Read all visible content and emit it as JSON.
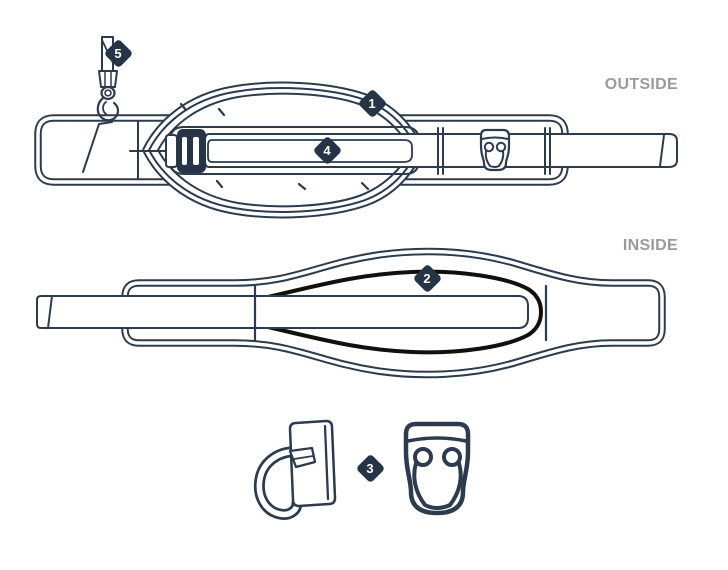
{
  "diagram": {
    "labels": {
      "outside": "OUTSIDE",
      "inside": "INSIDE"
    },
    "callouts": {
      "c1": "1",
      "c2": "2",
      "c3": "3",
      "c4": "4",
      "c5": "5"
    }
  },
  "colors": {
    "line_navy": "#2c3b4e",
    "marker_fill": "#253447",
    "marker_number": "#ffffff",
    "pad_black": "#12100a",
    "label_gray": "#9a9a9a",
    "background": "#ffffff"
  }
}
